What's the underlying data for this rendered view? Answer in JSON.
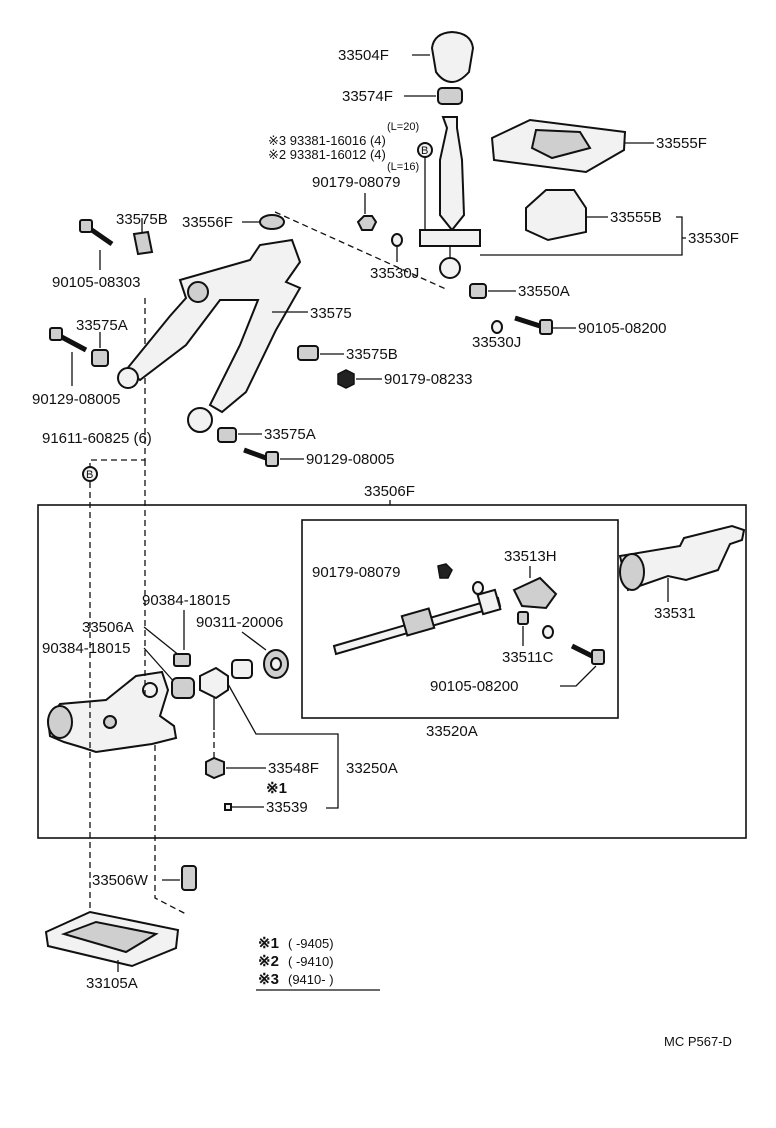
{
  "labels": {
    "p33504F": "33504F",
    "p33574F": "33574F",
    "l20": "(L=20)",
    "s3bolt": "※3 93381-16016 (4)",
    "s2bolt": "※2 93381-16012 (4)",
    "l16": "(L=16)",
    "p33555F": "33555F",
    "p90179_08079a": "90179-08079",
    "p33555B": "33555B",
    "p33530F": "33530F",
    "p33575B_a": "33575B",
    "p33556F": "33556F",
    "p90105_08303": "90105-08303",
    "p33530J_a": "33530J",
    "p33550A": "33550A",
    "p33575": "33575",
    "p33530J_b": "33530J",
    "p90105_08200a": "90105-08200",
    "p33575A_a": "33575A",
    "p33575B_b": "33575B",
    "p90179_08233": "90179-08233",
    "p90129_08005a": "90129-08005",
    "p91611": "91611-60825 (6)",
    "p33575A_b": "33575A",
    "p90129_08005b": "90129-08005",
    "p33506F": "33506F",
    "p33513H": "33513H",
    "p90179_08079b": "90179-08079",
    "p33531": "33531",
    "p90384_18015a": "90384-18015",
    "p90311": "90311-20006",
    "p33506A": "33506A",
    "p90384_18015b": "90384-18015",
    "p33511C": "33511C",
    "p90105_08200b": "90105-08200",
    "p33520A": "33520A",
    "p33548F": "33548F",
    "p33250A": "33250A",
    "s1": "※1",
    "p33539": "33539",
    "p33506W": "33506W",
    "p33105A": "33105A",
    "mark_b": "B"
  },
  "legend": [
    {
      "mark": "※1",
      "range": "(        -9405)"
    },
    {
      "mark": "※2",
      "range": "(        -9410)"
    },
    {
      "mark": "※3",
      "range": "(9410-          )"
    }
  ],
  "footer": "MC  P567-D"
}
